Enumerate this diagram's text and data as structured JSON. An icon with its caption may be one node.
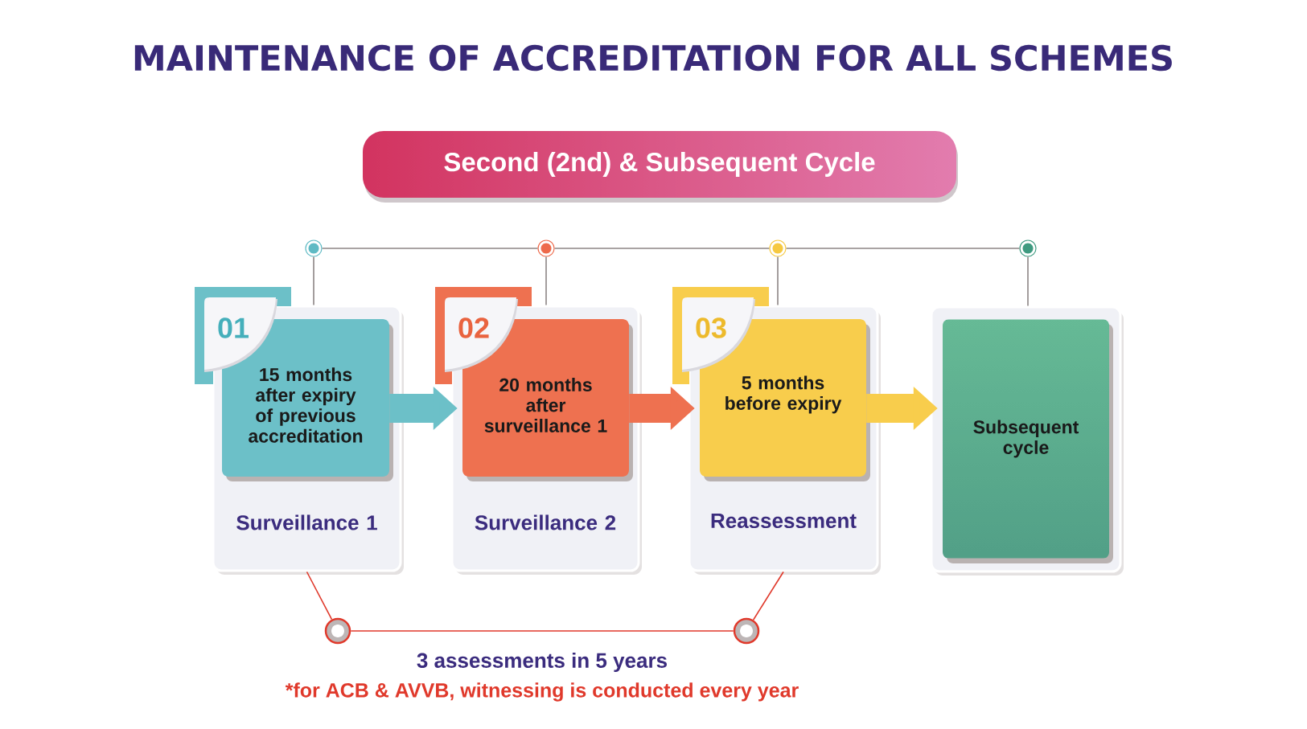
{
  "diagram": {
    "title": "MAINTENANCE OF ACCREDITATION FOR ALL SCHEMES",
    "nodes": [
      {
        "text": [
          "Second (2nd) & Subsequent Cycle"
        ]
      },
      {
        "text": [],
        "shape": "circle"
      },
      {
        "text": [],
        "shape": "circle"
      },
      {
        "text": [],
        "shape": "circle"
      },
      {
        "text": [],
        "shape": "circle"
      },
      {
        "text": [
          "Surveillance 1"
        ]
      },
      {
        "text": [
          "01",
          "15 months after expiry of previous accreditation"
        ],
        "in": 5
      },
      {
        "text": [
          "Surveillance 2"
        ]
      },
      {
        "text": [
          "02",
          "20 months after surveillance 1"
        ],
        "in": 7
      },
      {
        "text": [
          "Reassessment"
        ]
      },
      {
        "text": [
          "03",
          "5 months before expiry"
        ],
        "in": 9
      },
      {
        "text": [],
        "shape": "box"
      },
      {
        "text": [
          "Subsequent cycle"
        ],
        "in": 11
      },
      {
        "text": [],
        "shape": "circle"
      },
      {
        "text": [],
        "shape": "circle"
      }
    ],
    "edges": [
      {
        "from": 1,
        "to": 2,
        "arrow": "none"
      },
      {
        "from": 2,
        "to": 3,
        "arrow": "none"
      },
      {
        "from": 3,
        "to": 4,
        "arrow": "none"
      },
      {
        "from": 1,
        "to": 5,
        "arrow": "none"
      },
      {
        "from": 2,
        "to": 7,
        "arrow": "none"
      },
      {
        "from": 3,
        "to": 9,
        "arrow": "none"
      },
      {
        "from": 4,
        "to": 11,
        "arrow": "none"
      },
      {
        "from": 6,
        "to": 8,
        "arrow": "to",
        "style": "thick",
        "color": "#6cc0c8"
      },
      {
        "from": 8,
        "to": 10,
        "arrow": "to",
        "style": "thick",
        "color": "#ee7150"
      },
      {
        "from": 10,
        "to": 12,
        "arrow": "to",
        "style": "thick",
        "color": "#f8cd4c"
      },
      {
        "from": 5,
        "to": 13,
        "arrow": "none",
        "color": "#e0392b"
      },
      {
        "from": 13,
        "to": 14,
        "arrow": "none",
        "color": "#e0392b"
      },
      {
        "from": 14,
        "to": 9,
        "arrow": "none",
        "color": "#e0392b"
      }
    ],
    "labels": [
      "3 assessments in 5 years",
      "*for ACB & AVVB, witnessing is conducted every year"
    ]
  }
}
